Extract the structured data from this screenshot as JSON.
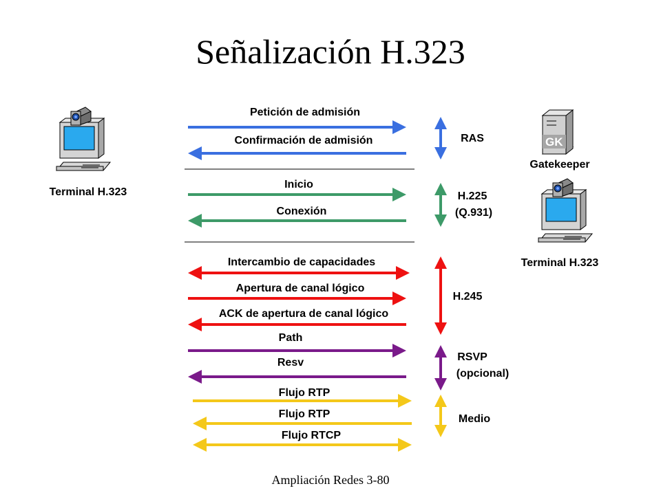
{
  "title": "Señalización H.323",
  "footer": "Ampliación Redes 3-80",
  "devices": {
    "terminal_left": "Terminal H.323",
    "gatekeeper": "Gatekeeper",
    "gatekeeper_badge": "GK",
    "terminal_right": "Terminal H.323"
  },
  "groups": {
    "ras": "RAS",
    "h225_line1": "H.225",
    "h225_line2": "(Q.931)",
    "h245": "H.245",
    "rsvp_line1": "RSVP",
    "rsvp_line2": "(opcional)",
    "medio": "Medio"
  },
  "messages": [
    {
      "label": "Petición de admisión",
      "direction": "right",
      "color": "#3a6fe0"
    },
    {
      "label": "Confirmación de admisión",
      "direction": "left",
      "color": "#3a6fe0"
    },
    {
      "label": "Inicio",
      "direction": "right",
      "color": "#3d9a68"
    },
    {
      "label": "Conexión",
      "direction": "left",
      "color": "#3d9a68"
    },
    {
      "label": "Intercambio de capacidades",
      "direction": "both",
      "color": "#ee1111"
    },
    {
      "label": "Apertura de canal lógico",
      "direction": "right",
      "color": "#ee1111"
    },
    {
      "label": "ACK de apertura de canal lógico",
      "direction": "left",
      "color": "#ee1111"
    },
    {
      "label": "Path",
      "direction": "right",
      "color": "#7a1a8a"
    },
    {
      "label": "Resv",
      "direction": "left",
      "color": "#7a1a8a"
    },
    {
      "label": "Flujo RTP",
      "direction": "right",
      "color": "#f4c81a"
    },
    {
      "label": "Flujo RTP",
      "direction": "left",
      "color": "#f4c81a"
    },
    {
      "label": "Flujo RTCP",
      "direction": "both",
      "color": "#f4c81a"
    }
  ],
  "colors": {
    "ras": "#3a6fe0",
    "h225": "#3d9a68",
    "h245": "#ee1111",
    "rsvp": "#7a1a8a",
    "medio": "#f4c81a"
  }
}
